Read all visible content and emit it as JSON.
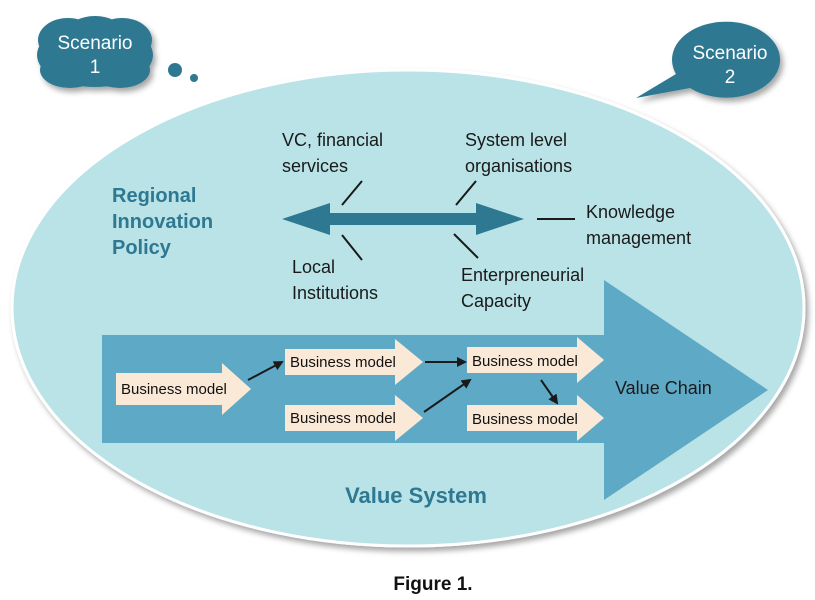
{
  "colors": {
    "ellipse_fill": "#b9e3e7",
    "ellipse_stroke": "#ffffff",
    "big_arrow": "#5ea9c6",
    "bubble": "#2e7891",
    "policy_arrow": "#2e7891",
    "heading": "#2e7891",
    "bm_box": "#fbe9d7",
    "connector": "#1a1a1a"
  },
  "scenarios": {
    "scenario1": [
      "Scenario",
      "1"
    ],
    "scenario2": [
      "Scenario",
      "2"
    ]
  },
  "policy": {
    "title_lines": [
      "Regional",
      "Innovation",
      "Policy"
    ],
    "vc": [
      "VC, financial",
      "services"
    ],
    "system": [
      "System level",
      "organisations"
    ],
    "knowledge": [
      "Knowledge",
      "management"
    ],
    "local": [
      "Local",
      "Institutions"
    ],
    "entrepreneurial": [
      "Enterpreneurial",
      "Capacity"
    ]
  },
  "value_chain": {
    "label": "Value Chain",
    "business_model": "Business model"
  },
  "value_system": "Value System",
  "caption": "Figure 1."
}
